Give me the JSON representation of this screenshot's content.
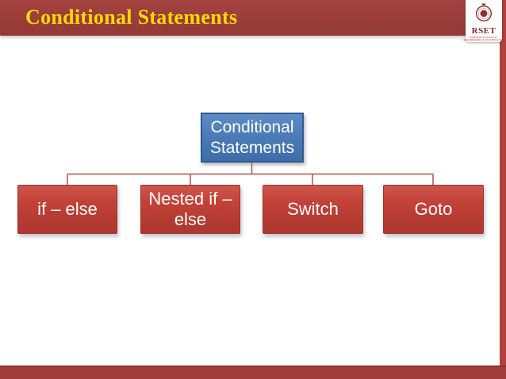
{
  "slide": {
    "title": "Conditional Statements"
  },
  "logo": {
    "acronym": "RSET",
    "line1": "RAJAGIRI SCHOOL OF",
    "line2": "ENGINEERING & TECHNOLOGY"
  },
  "diagram": {
    "type": "hierarchy-tree",
    "root": {
      "label": "Conditional Statements"
    },
    "children": [
      {
        "label": "if – else"
      },
      {
        "label": "Nested if – else"
      },
      {
        "label": "Switch"
      },
      {
        "label": "Goto"
      }
    ]
  },
  "colors": {
    "header_maroon": "#9a3c38",
    "footer_maroon": "#a23e3a",
    "right_stripe_red": "#af423c",
    "title_yellow": "#ffd904",
    "root_node_blue": "#4f81bd",
    "child_node_red": "#be4138",
    "connector_red": "#b0534e",
    "node_text": "#ffffff",
    "logo_maroon": "#7e2b28"
  }
}
